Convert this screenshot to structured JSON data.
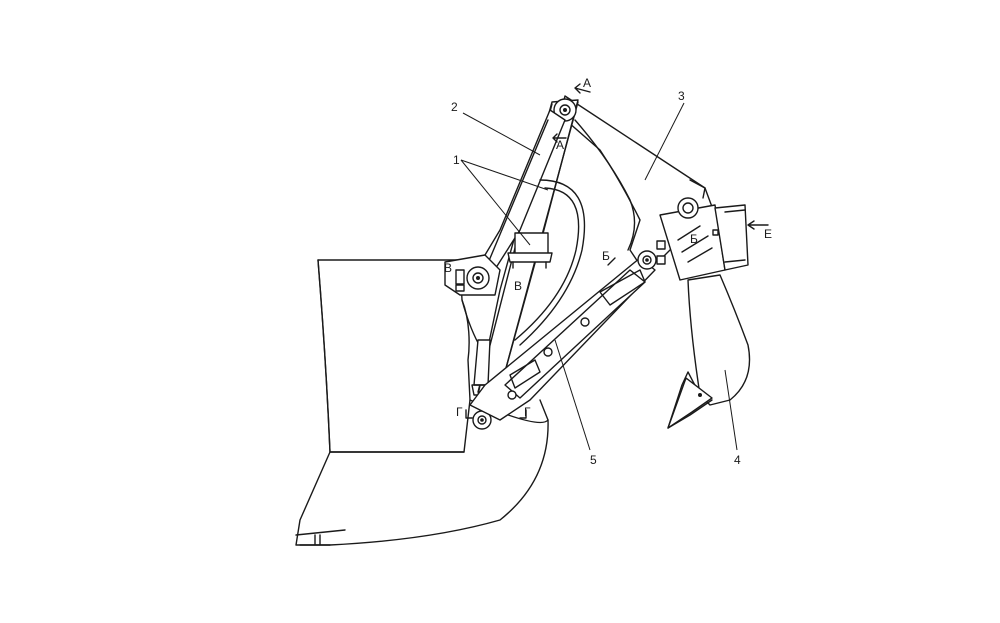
{
  "callouts": {
    "item_1": "1",
    "item_2": "2",
    "item_3": "3",
    "item_4": "4",
    "item_5": "5"
  },
  "section_marks": {
    "a_top": "А",
    "a_mid": "А",
    "b": "Б",
    "b_right": "Б",
    "v_left": "В",
    "v_right": "В",
    "g_left": "Г",
    "g_right": "Г",
    "e": "Е"
  },
  "colors": {
    "line": "#1a1a1a",
    "background": "#ffffff"
  }
}
